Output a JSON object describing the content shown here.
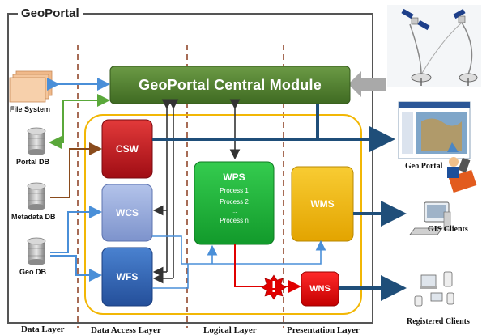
{
  "frame": {
    "title": "GeoPortal"
  },
  "central_module": {
    "label": "GeoPortal Central Module"
  },
  "stores": [
    {
      "id": "file-system",
      "label": "File System"
    },
    {
      "id": "portal-db",
      "label": "Portal DB"
    },
    {
      "id": "metadata-db",
      "label": "Metadata DB"
    },
    {
      "id": "geo-db",
      "label": "Geo DB"
    }
  ],
  "services": {
    "csw": "CSW",
    "wcs": "WCS",
    "wfs": "WFS",
    "wps": "WPS",
    "wms": "WMS",
    "wns": "WNS"
  },
  "wps_processes": [
    "Process 1",
    "Process 2",
    "...",
    "Process n"
  ],
  "clients": {
    "geo_portal": "Geo Portal",
    "gis_clients": "GIS Clients",
    "registered_clients": "Registered Clients"
  },
  "layers": [
    "Data Layer",
    "Data Access Layer",
    "Logical Layer",
    "Presentation Layer"
  ],
  "colors": {
    "module": "#4e7d2e",
    "csw": "#c1121c",
    "wcs": "#8fa3d6",
    "wfs": "#2f64b6",
    "wps": "#1bb33a",
    "wms": "#f2b705",
    "wns": "#e00000",
    "flow": "#1f4e79",
    "boundary": "#f2b705"
  }
}
